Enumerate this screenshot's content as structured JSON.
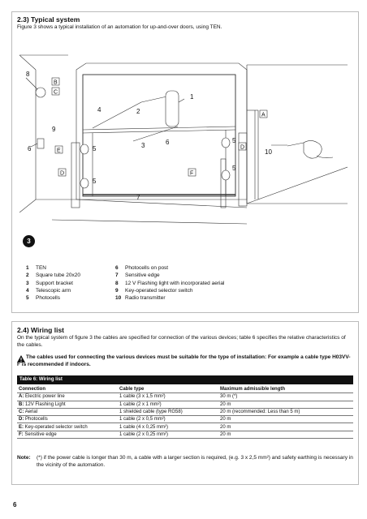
{
  "section1": {
    "heading": "2.3) Typical system",
    "intro": "Figure 3 shows a typical installation of an automation for up-and-over doors, using TEN."
  },
  "figure": {
    "number": "3",
    "callouts": [
      "8",
      "B",
      "C",
      "1",
      "4",
      "2",
      "A",
      "9",
      "6",
      "E",
      "5",
      "3",
      "6",
      "5",
      "D",
      "10",
      "D",
      "5",
      "F",
      "5",
      "7"
    ]
  },
  "legend": {
    "left": [
      {
        "n": "1",
        "t": "TEN"
      },
      {
        "n": "2",
        "t": "Square tube 20x20"
      },
      {
        "n": "3",
        "t": "Support bracket"
      },
      {
        "n": "4",
        "t": "Telescopic arm"
      },
      {
        "n": "5",
        "t": "Photocells"
      }
    ],
    "right": [
      {
        "n": "6",
        "t": "Photocells on post"
      },
      {
        "n": "7",
        "t": "Sensitive edge"
      },
      {
        "n": "8",
        "t": "12 V Flashing light with incorporated aerial"
      },
      {
        "n": "9",
        "t": "Key-operated selector switch"
      },
      {
        "n": "10",
        "t": "Radio transmitter"
      }
    ]
  },
  "section2": {
    "heading": "2.4) Wiring list",
    "intro": "On the typical system of figure 3 the cables are specified for connection of the various devices; table 6 specifies the relative characteristics of the cables.",
    "warning_icon": "warning-triangle-icon",
    "warning": "The cables used for connecting the various devices must be suitable for the type of installation: For example a cable type H03VV-F is recommended if indoors.",
    "table_caption": "Table 6: Wiring list",
    "columns": [
      "Connection",
      "Cable type",
      "Maximum admissible length"
    ],
    "rows": [
      {
        "k": "A:",
        "c": "Electric power line",
        "cable": "1 cable (3 x 1,5 mm²)",
        "len": "30 m (*)"
      },
      {
        "k": "B:",
        "c": "12V Flashing Light",
        "cable": "1 cable (2 x 1 mm²)",
        "len": "20 m"
      },
      {
        "k": "C:",
        "c": "Aerial",
        "cable": "1 shielded cable (type RG58)",
        "len": "20 m (recommended: Less than 5 m)"
      },
      {
        "k": "D:",
        "c": "Photocells",
        "cable": "1 cable (2 x 0,5 mm²)",
        "len": "20 m"
      },
      {
        "k": "E:",
        "c": "Key-operated selector switch",
        "cable": "1 cable (4 x 0,25 mm²)",
        "len": "20 m"
      },
      {
        "k": "F:",
        "c": "Sensitive edge",
        "cable": "1 cable (2 x 0,25 mm²)",
        "len": "20 m"
      }
    ],
    "note_label": "Note:",
    "note": "(*) if the power cable is longer than 30 m, a cable with a larger section is required, (e.g. 3 x 2,5 mm²) and safety earthing is necessary in the vicinity of the automation."
  },
  "page_number": "6"
}
